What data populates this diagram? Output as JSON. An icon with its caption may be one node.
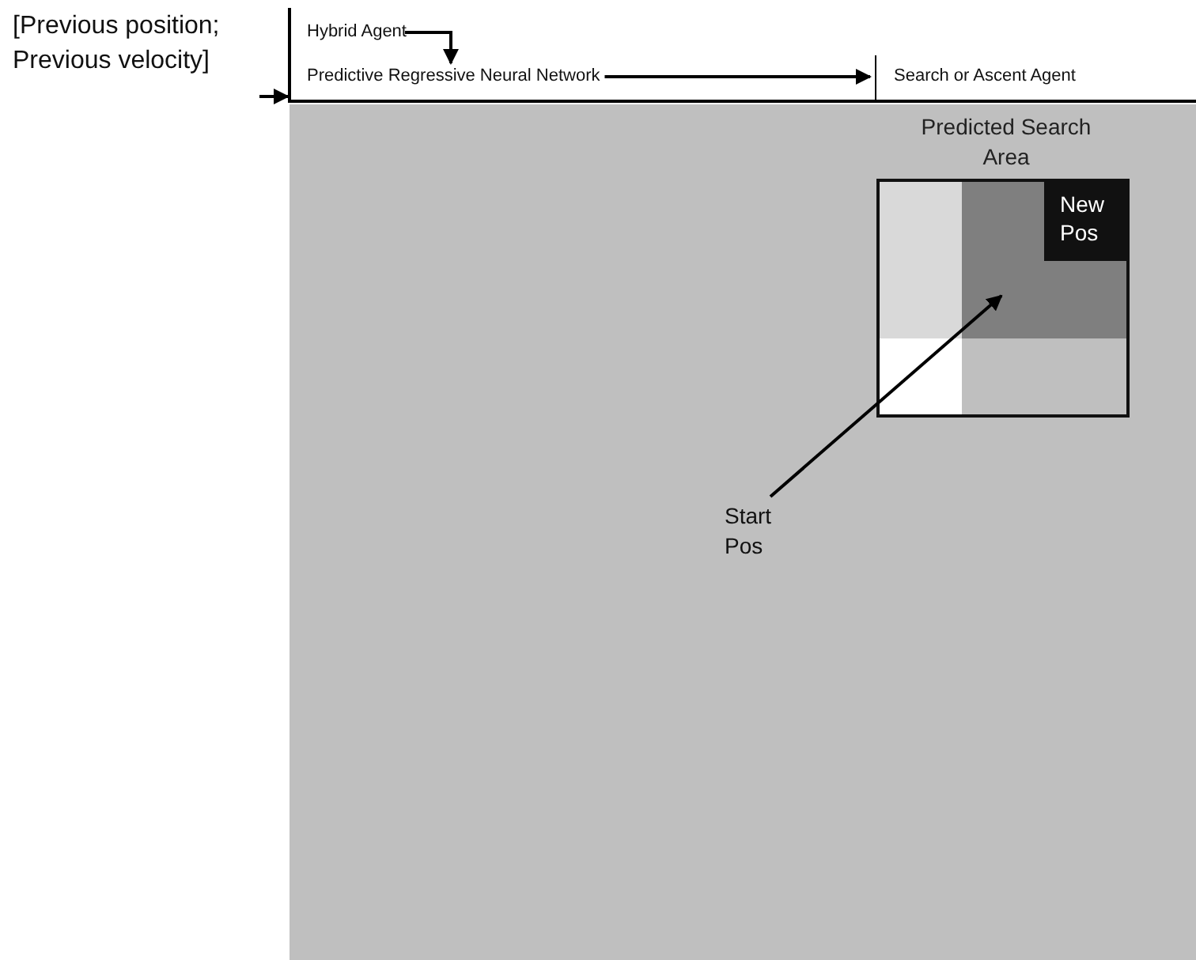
{
  "diagram": {
    "nodes": [
      {
        "text": [
          "[Previous position; Previous velocity]"
        ]
      },
      {
        "text": [],
        "shape": "box"
      },
      {
        "text": [
          "Hybrid Agent"
        ],
        "in": 1
      },
      {
        "text": [
          "Predictive Regressive Neural Network"
        ],
        "in": 1
      },
      {
        "text": [
          "Search or Ascent Agent"
        ],
        "in": 1
      },
      {
        "text": [],
        "shape": "box"
      },
      {
        "text": [
          "Predicted Search Area"
        ],
        "in": 5
      },
      {
        "text": [],
        "shape": "box",
        "in": 6
      },
      {
        "text": [
          "New Pos"
        ],
        "in": 7
      },
      {
        "text": [
          "Start Pos"
        ],
        "in": 5
      }
    ],
    "edges": [
      {
        "from": 0,
        "to": 1,
        "arrow": "to"
      },
      {
        "from": 2,
        "to": 3,
        "arrow": "to"
      },
      {
        "from": 3,
        "to": 4,
        "arrow": "to"
      },
      {
        "from": 9,
        "to": 7,
        "arrow": "to"
      }
    ]
  }
}
